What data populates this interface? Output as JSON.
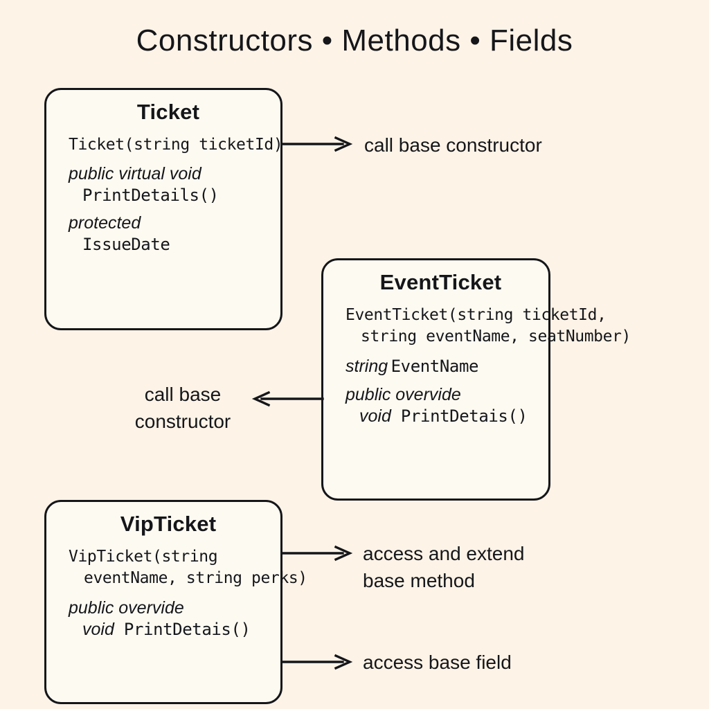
{
  "title": "Constructors • Methods • Fields",
  "diagram": {
    "type": "class-inheritance-diagram",
    "background_color": "#fdf3e7",
    "box_fill_color": "#fdfaf1",
    "stroke_color": "#15161a",
    "classes": [
      {
        "id": "ticket",
        "name": "Ticket",
        "constructor": {
          "line1": "Ticket(string ticketId)",
          "line2": ""
        },
        "members": [
          {
            "keyword": "public virtual void",
            "identifier": "PrintDetails()"
          },
          {
            "keyword": "protected",
            "identifier": "IssueDate"
          }
        ]
      },
      {
        "id": "eventticket",
        "name": "EventTicket",
        "constructor": {
          "line1": "EventTicket(string ticketId,",
          "line2": "string eventName, seatNumber)"
        },
        "members": [
          {
            "keyword": "string",
            "identifier": "EventName"
          },
          {
            "keyword": "public overvide",
            "identifier": "void PrintDetais()"
          }
        ]
      },
      {
        "id": "vipticket",
        "name": "VipTicket",
        "constructor": {
          "line1": "VipTicket(string",
          "line2": "eventName, string perks)"
        },
        "members": [
          {
            "keyword": "public overvide",
            "identifier": "void PrintDetais()"
          }
        ]
      }
    ],
    "annotations": [
      {
        "id": "call-base-constructor-top",
        "text": "call base constructor",
        "from": "ticket",
        "direction": "right"
      },
      {
        "id": "call-base-constructor-left",
        "text": "call base\nconstructor",
        "from": "eventticket",
        "direction": "left"
      },
      {
        "id": "access-and-extend-base-method",
        "text": "access and extend\nbase method",
        "from": "vipticket",
        "direction": "right"
      },
      {
        "id": "access-base-field",
        "text": "access base field",
        "from": "vipticket",
        "direction": "right"
      }
    ]
  }
}
